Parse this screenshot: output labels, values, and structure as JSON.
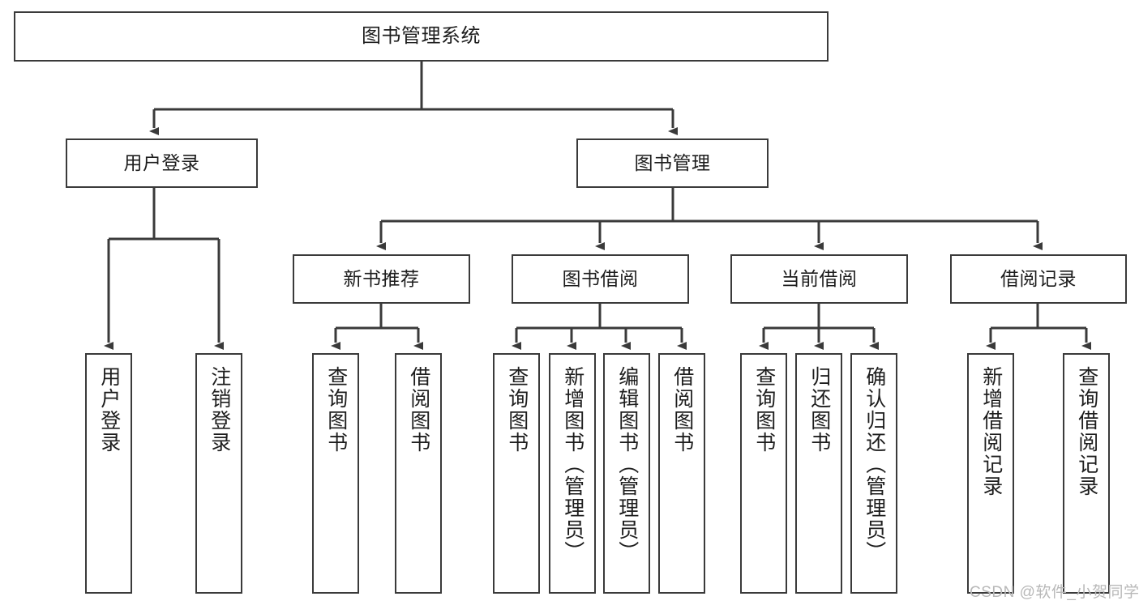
{
  "diagram": {
    "title": "图书管理系统",
    "type": "tree-hierarchy-diagram",
    "colors": {
      "box_border": "#3a3a3a",
      "box_fill": "#ffffff",
      "connector": "#3a3a3a",
      "text": "#1d1d1d",
      "watermark": "#b8b8b8",
      "background": "#ffffff"
    },
    "root": {
      "label": "图书管理系统"
    },
    "level2": [
      {
        "label": "用户登录"
      },
      {
        "label": "图书管理"
      }
    ],
    "level3": [
      {
        "label": "新书推荐"
      },
      {
        "label": "图书借阅"
      },
      {
        "label": "当前借阅"
      },
      {
        "label": "借阅记录"
      }
    ],
    "leaves": {
      "user_login": [
        {
          "label": "用户登录"
        },
        {
          "label": "注销登录"
        }
      ],
      "new_book_recommend": [
        {
          "label": "查询图书"
        },
        {
          "label": "借阅图书"
        }
      ],
      "book_borrow": [
        {
          "label": "查询图书"
        },
        {
          "label": "新增图书（管理员）"
        },
        {
          "label": "编辑图书（管理员）"
        },
        {
          "label": "借阅图书"
        }
      ],
      "current_borrow": [
        {
          "label": "查询图书"
        },
        {
          "label": "归还图书"
        },
        {
          "label": "确认归还（管理员）"
        }
      ],
      "borrow_record": [
        {
          "label": "新增借阅记录"
        },
        {
          "label": "查询借阅记录"
        }
      ]
    },
    "watermark": "CSDN @软件_小贺同学"
  }
}
